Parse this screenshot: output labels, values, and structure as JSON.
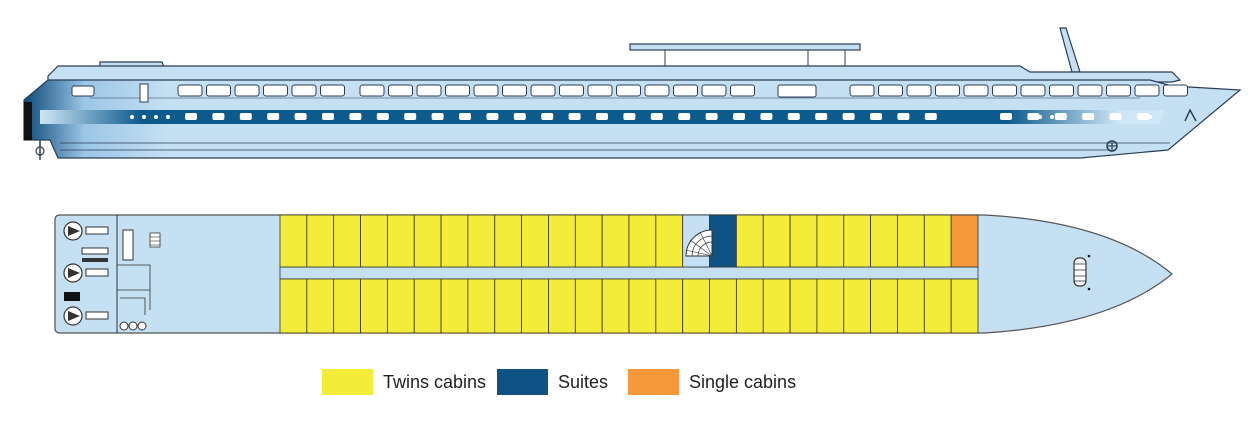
{
  "diagram": {
    "colors": {
      "hull": "#c5e0f3",
      "hull_outline": "#2a3d56",
      "stripe": "#0d5a8c",
      "twin": "#f3ed3a",
      "suite": "#0f5384",
      "single": "#f7993b",
      "outline": "#333333"
    },
    "cabins": {
      "top_row": [
        "twin",
        "twin",
        "twin",
        "twin",
        "twin",
        "twin",
        "twin",
        "twin",
        "twin",
        "twin",
        "twin",
        "twin",
        "twin",
        "twin",
        "twin",
        "stair",
        "suite",
        "twin",
        "twin",
        "twin",
        "twin",
        "twin",
        "twin",
        "twin",
        "twin",
        "single"
      ],
      "bottom_row_count": 26
    }
  },
  "legend": [
    {
      "label": "Twins cabins",
      "color": "#f3ed3a"
    },
    {
      "label": "Suites",
      "color": "#0f5384"
    },
    {
      "label": "Single cabins",
      "color": "#f7993b"
    }
  ]
}
